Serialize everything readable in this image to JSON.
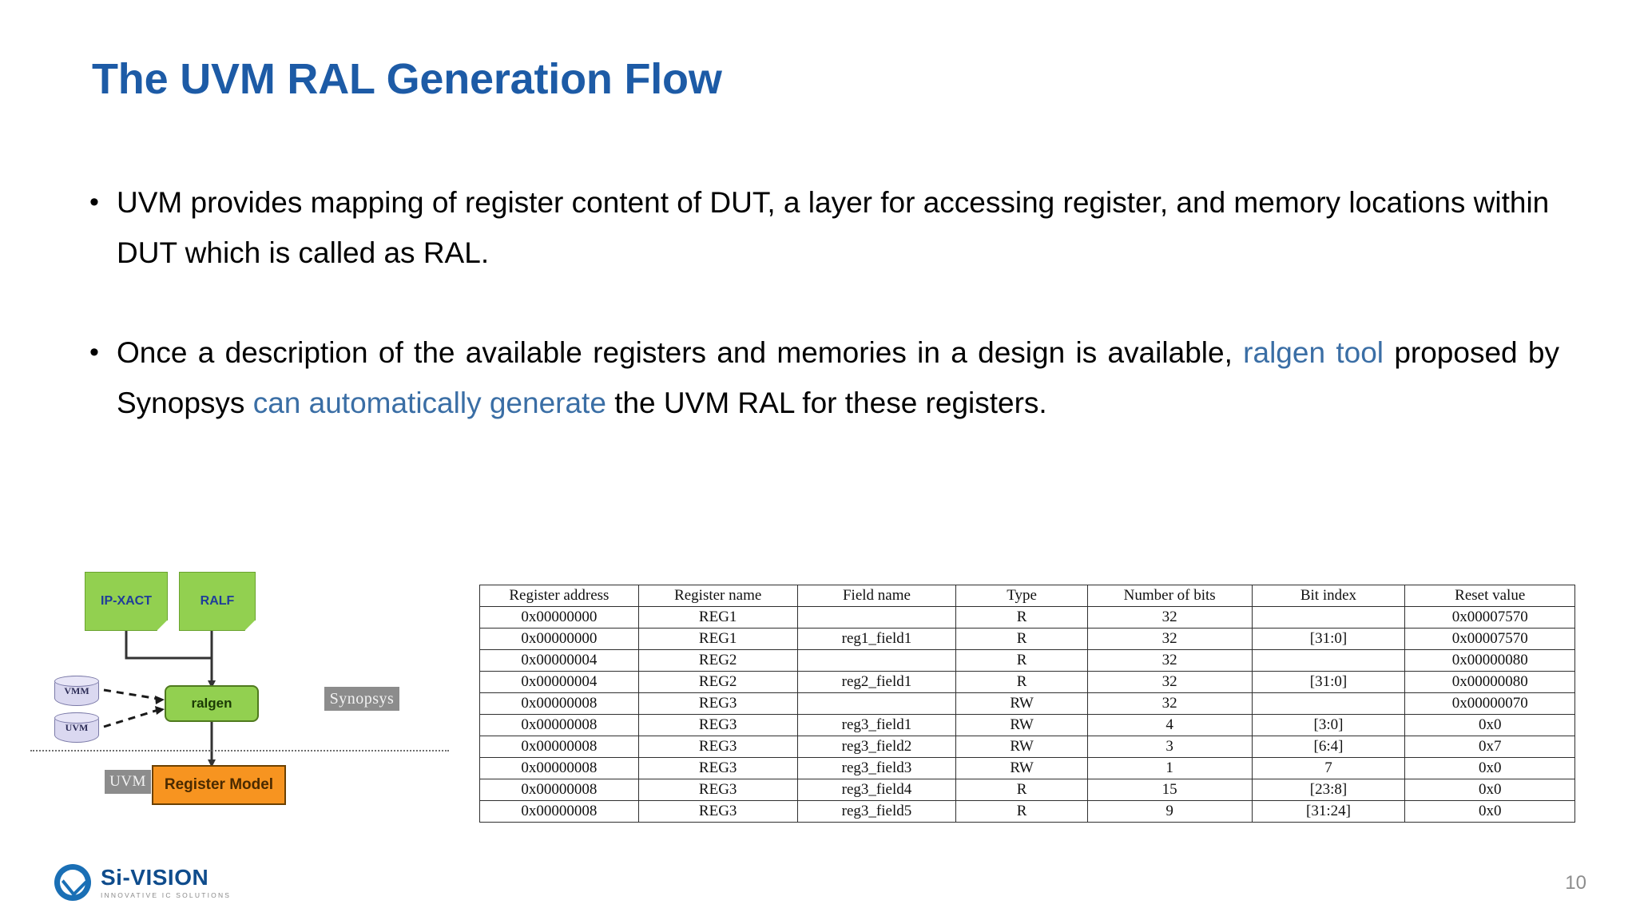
{
  "slide": {
    "title": "The UVM RAL Generation Flow",
    "page_number": "10",
    "title_color": "#1D5BA6",
    "highlight_color": "#3A6EA5"
  },
  "bullets": [
    {
      "marker": "•",
      "segments": [
        {
          "text": "UVM provides mapping of register content of DUT, a layer for accessing register, and memory locations within DUT which is called as RAL.",
          "style": "plain"
        }
      ]
    },
    {
      "marker": "•",
      "segments": [
        {
          "text": "Once a description of the available registers and memories in a design is available, ",
          "style": "plain"
        },
        {
          "text": "ralgen tool",
          "style": "highlight"
        },
        {
          "text": " proposed by Synopsys ",
          "style": "plain"
        },
        {
          "text": "can automatically generate",
          "style": "highlight"
        },
        {
          "text": " the UVM RAL for these registers.",
          "style": "plain"
        }
      ]
    }
  ],
  "diagram": {
    "nodes": {
      "ip_xact": "IP-XACT",
      "ralf": "RALF",
      "vmm": "VMM",
      "uvm_cyl": "UVM",
      "ralgen": "ralgen",
      "register_model": "Register Model"
    },
    "tags": {
      "synopsys": "Synopsys",
      "uvm": "UVM"
    },
    "colors": {
      "note_fill": "#92D050",
      "ralgen_fill": "#92D050",
      "register_model_fill": "#F79420",
      "cylinder_fill": "#DAD8F0",
      "tag_fill": "#8C8C8C"
    }
  },
  "table": {
    "headers": [
      "Register address",
      "Register name",
      "Field name",
      "Type",
      "Number of bits",
      "Bit index",
      "Reset value"
    ],
    "rows": [
      [
        "0x00000000",
        "REG1",
        "",
        "R",
        "32",
        "",
        "0x00007570"
      ],
      [
        "0x00000000",
        "REG1",
        "reg1_field1",
        "R",
        "32",
        "[31:0]",
        "0x00007570"
      ],
      [
        "0x00000004",
        "REG2",
        "",
        "R",
        "32",
        "",
        "0x00000080"
      ],
      [
        "0x00000004",
        "REG2",
        "reg2_field1",
        "R",
        "32",
        "[31:0]",
        "0x00000080"
      ],
      [
        "0x00000008",
        "REG3",
        "",
        "RW",
        "32",
        "",
        "0x00000070"
      ],
      [
        "0x00000008",
        "REG3",
        "reg3_field1",
        "RW",
        "4",
        "[3:0]",
        "0x0"
      ],
      [
        "0x00000008",
        "REG3",
        "reg3_field2",
        "RW",
        "3",
        "[6:4]",
        "0x7"
      ],
      [
        "0x00000008",
        "REG3",
        "reg3_field3",
        "RW",
        "1",
        "7",
        "0x0"
      ],
      [
        "0x00000008",
        "REG3",
        "reg3_field4",
        "R",
        "15",
        "[23:8]",
        "0x0"
      ],
      [
        "0x00000008",
        "REG3",
        "reg3_field5",
        "R",
        "9",
        "[31:24]",
        "0x0"
      ]
    ]
  },
  "footer": {
    "logo_name": "Si-VISION",
    "logo_tagline": "INNOVATIVE IC SOLUTIONS"
  }
}
